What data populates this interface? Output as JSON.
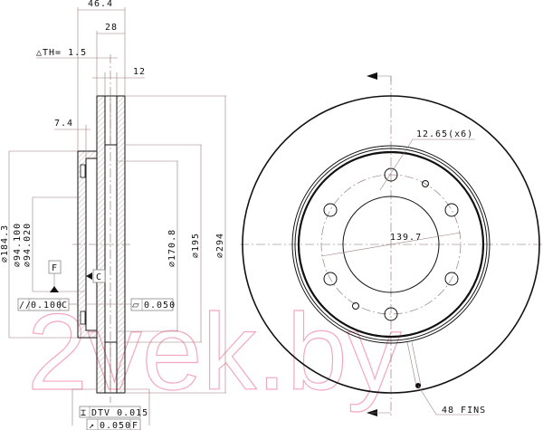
{
  "watermark": "2vek.by",
  "dimensions": {
    "total_height": "46.4",
    "disc_thickness": "28",
    "thickness_variation": "△TH= 1.5",
    "vent_width": "12",
    "hat_offset": "7.4",
    "dia_184": "⌀184.3",
    "dia_94_max": "⌀94.100",
    "dia_94_min": "⌀94.020",
    "dia_170": "⌀170.8",
    "dia_195": "⌀195",
    "dia_294": "⌀294",
    "bolt_hole": "12.65(x6)",
    "pcd": "139.7",
    "fins": "48 FINS"
  },
  "tolerances": {
    "datum_f": "F",
    "datum_c": "C",
    "parallel_symbol": "//",
    "parallel_value": "0.100",
    "parallel_datum": "C",
    "flatness_symbol": "⏥",
    "flatness_value": "0.050",
    "dtv_symbol": "⌶",
    "dtv_value": "DTV 0.015",
    "runout_symbol": "↗",
    "runout_value": "0.050",
    "runout_datum": "F"
  }
}
